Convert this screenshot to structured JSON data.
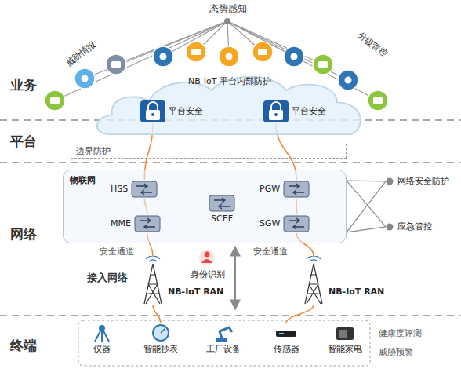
{
  "diagram": {
    "nodes": [
      {
        "text": [
          "NB-IoT 平台内部防护"
        ]
      },
      {
        "text": [
          "平台安全"
        ],
        "in": 0
      },
      {
        "text": [
          "平台安全"
        ],
        "in": 0
      },
      {
        "text": [
          "边界防护"
        ]
      },
      {
        "text": [
          "物联网"
        ]
      },
      {
        "text": [
          "HSS"
        ],
        "in": 4
      },
      {
        "text": [
          "PGW"
        ],
        "in": 4
      },
      {
        "text": [
          "MME"
        ],
        "in": 4
      },
      {
        "text": [
          "SCEF"
        ],
        "in": 4
      },
      {
        "text": [
          "SGW"
        ],
        "in": 4
      },
      {
        "text": [
          "网络安全防护"
        ]
      },
      {
        "text": [
          "应急管控"
        ]
      },
      {
        "text": [
          "NB-IoT RAN"
        ]
      },
      {
        "text": [
          "NB-IoT RAN"
        ]
      },
      {
        "text": [
          "仪器"
        ]
      },
      {
        "text": [
          "智能抄表"
        ]
      },
      {
        "text": [
          "工厂设备"
        ]
      },
      {
        "text": [
          "传感器"
        ]
      },
      {
        "text": [
          "智能家电"
        ]
      }
    ],
    "edges": [
      {
        "from": 15,
        "to": 12,
        "arrow": "none"
      },
      {
        "from": 12,
        "to": 7,
        "arrow": "none"
      },
      {
        "from": 7,
        "to": 5,
        "arrow": "none"
      },
      {
        "from": 5,
        "to": 1,
        "arrow": "none"
      },
      {
        "from": 17,
        "to": 13,
        "arrow": "none"
      },
      {
        "from": 13,
        "to": 9,
        "arrow": "none"
      },
      {
        "from": 9,
        "to": 6,
        "arrow": "none"
      },
      {
        "from": 6,
        "to": 2,
        "arrow": "none"
      },
      {
        "from": 4,
        "to": 10,
        "arrow": "none"
      },
      {
        "from": 4,
        "to": 10,
        "arrow": "none"
      },
      {
        "from": 4,
        "to": 11,
        "arrow": "none"
      },
      {
        "from": 4,
        "to": 11,
        "arrow": "none"
      }
    ],
    "labels": [
      "态势感知",
      "威胁情报",
      "分级管控",
      "业务",
      "平台",
      "网络",
      "终端",
      "安全通道",
      "安全通道",
      "接入网络",
      "身份识别",
      "健康度评测",
      "威胁预警"
    ]
  }
}
